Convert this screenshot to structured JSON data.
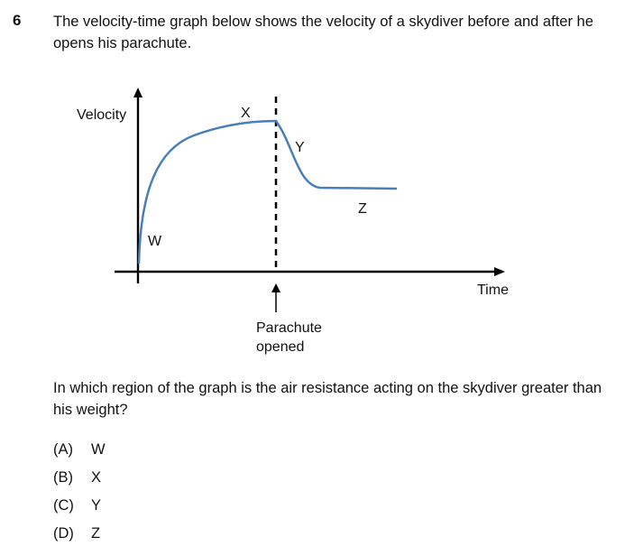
{
  "question": {
    "number": "6",
    "stem": "The velocity-time graph below shows the velocity of a skydiver before and after he opens his parachute.",
    "prompt": "In which region of the graph is the air resistance acting on the skydiver greater than his weight?"
  },
  "graph": {
    "y_axis_label": "Velocity",
    "x_axis_label": "Time",
    "region_labels": [
      "W",
      "X",
      "Y",
      "Z"
    ],
    "annotation_line1": "Parachute",
    "annotation_line2": "opened",
    "curve_color": "#4a7ebb"
  },
  "options": [
    {
      "letter": "(A)",
      "text": "W"
    },
    {
      "letter": "(B)",
      "text": "X"
    },
    {
      "letter": "(C)",
      "text": "Y"
    },
    {
      "letter": "(D)",
      "text": "Z"
    }
  ]
}
